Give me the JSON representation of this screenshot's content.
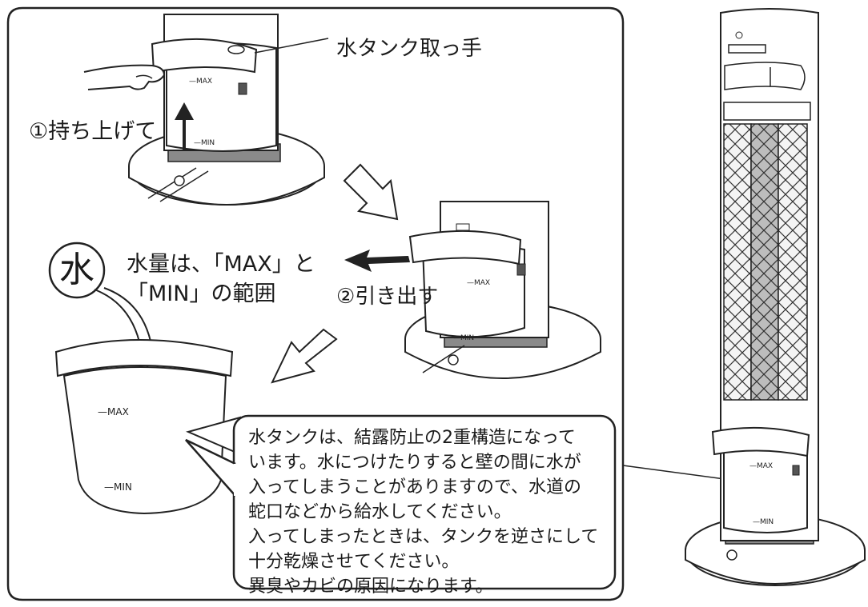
{
  "labels": {
    "handle": "水タンク取っ手",
    "step1": "①持ち上げて",
    "step2": "②引き出す",
    "water_badge": "水",
    "water_line1": "水量は、「MAX」と",
    "water_line2": "「MIN」の範囲"
  },
  "tank_marks": {
    "max": "MAX",
    "min": "MIN"
  },
  "note": {
    "lines": [
      "水タンクは、結露防止の2重構造になって",
      "います。水につけたりすると壁の間に水が",
      "入ってしまうことがありますので、水道の",
      "蛇口などから給水してください。",
      "入ってしまったときは、タンクを逆さにして",
      "十分乾燥させてください。",
      "異臭やカビの原因になります。"
    ]
  }
}
